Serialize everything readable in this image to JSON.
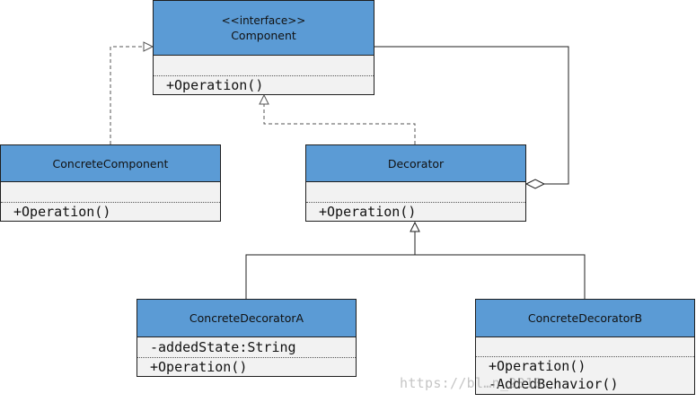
{
  "colors": {
    "header_fill": "#5b9bd5",
    "body_fill": "#f2f2f2",
    "border": "#1f1f1f"
  },
  "classes": {
    "component": {
      "stereotype": "<<interface>>",
      "name": "Component",
      "operations": [
        "+Operation()"
      ]
    },
    "concrete_component": {
      "name": "ConcreteComponent",
      "operations": [
        "+Operation()"
      ]
    },
    "decorator": {
      "name": "Decorator",
      "operations": [
        "+Operation()"
      ]
    },
    "concrete_decorator_a": {
      "name": "ConcreteDecoratorA",
      "attributes": [
        "-addedState:String"
      ],
      "operations": [
        "+Operation()"
      ]
    },
    "concrete_decorator_b": {
      "name": "ConcreteDecoratorB",
      "operations": [
        "+Operation()",
        "-AddedBehavior()"
      ]
    }
  },
  "relationships": [
    {
      "type": "realization",
      "from": "ConcreteComponent",
      "to": "Component"
    },
    {
      "type": "realization",
      "from": "Decorator",
      "to": "Component"
    },
    {
      "type": "aggregation",
      "from": "Decorator",
      "to": "Component"
    },
    {
      "type": "generalization",
      "from": "ConcreteDecoratorA",
      "to": "Decorator"
    },
    {
      "type": "generalization",
      "from": "ConcreteDecoratorB",
      "to": "Decorator"
    }
  ],
  "watermark": "https://bl…n_2010"
}
